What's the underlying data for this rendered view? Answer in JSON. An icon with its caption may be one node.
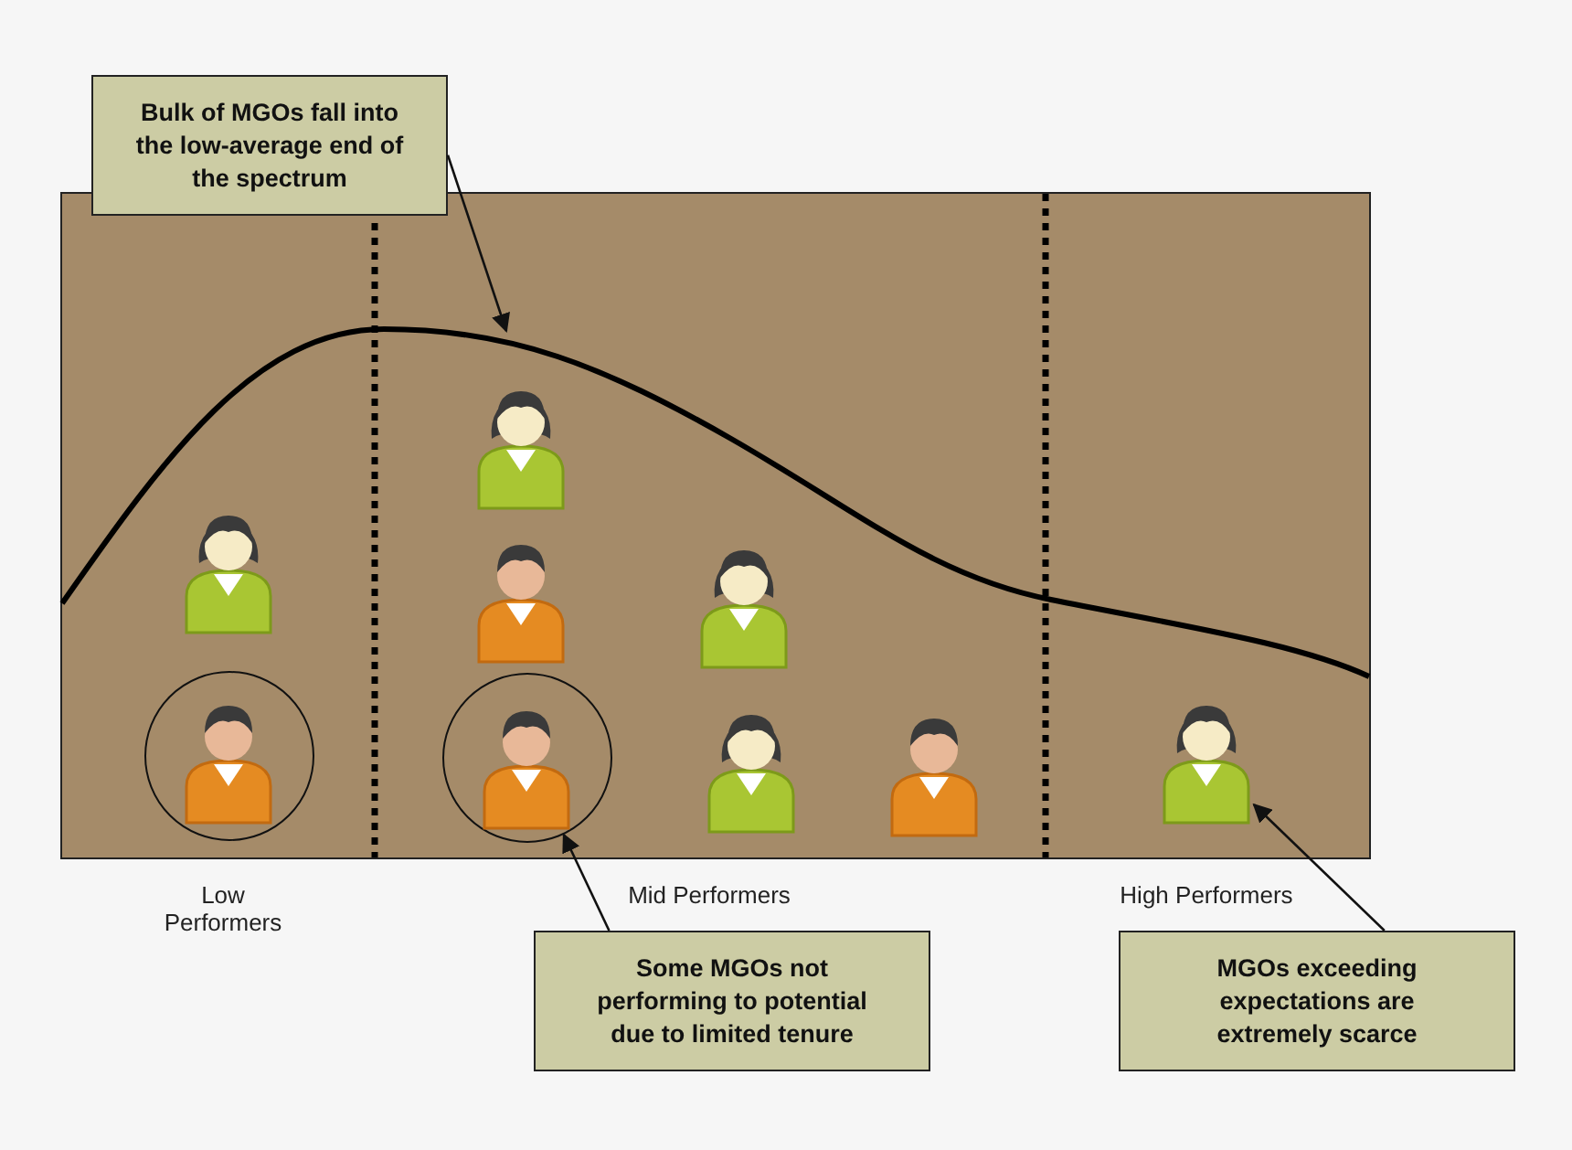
{
  "diagram": {
    "nodes": [
      {
        "text": [
          "Bulk of MGOs fall into the low-average end of the spectrum"
        ]
      },
      {
        "text": [
          "Some MGOs not performing to potential due to limited tenure"
        ]
      },
      {
        "text": [
          "MGOs exceeding expectations  are extremely scarce"
        ]
      },
      {
        "text": [],
        "shape": "circle"
      },
      {
        "text": [],
        "shape": "circle"
      },
      {
        "text": [],
        "shape": "person"
      }
    ],
    "edges": [
      {
        "from": 0,
        "to": null,
        "arrow": "to"
      },
      {
        "from": 1,
        "to": 4,
        "arrow": "to"
      },
      {
        "from": 2,
        "to": 5,
        "arrow": "to"
      }
    ],
    "labels": [
      "Low Performers",
      "Mid Performers",
      "High Performers"
    ]
  }
}
